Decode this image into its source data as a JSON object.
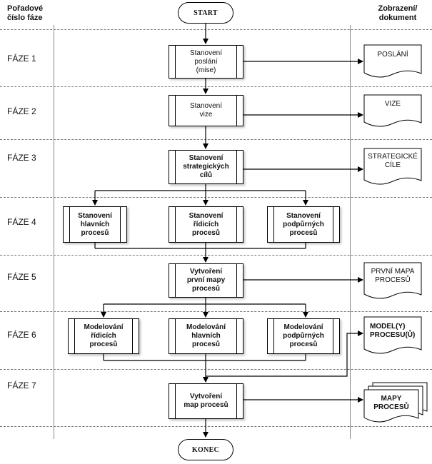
{
  "headers": {
    "left": "Pořadové\nčíslo fáze",
    "right": "Zobrazení/\ndokument"
  },
  "phases": [
    "FÁZE 1",
    "FÁZE 2",
    "FÁZE 3",
    "FÁZE 4",
    "FÁZE 5",
    "FÁZE 6",
    "FÁZE 7"
  ],
  "terminals": {
    "start": "START",
    "end": "KONEC"
  },
  "processes": {
    "mission": "Stanovení\nposlání\n(mise)",
    "vision": "Stanovení\nvize",
    "goals": "Stanovení\nstrategických\ncílů",
    "main_proc": "Stanovení\nhlavních\nprocesů",
    "control_proc": "Stanovení\nřídicích\nprocesů",
    "support_proc": "Stanovení\npodpůrných\nprocesů",
    "first_map": "Vytvoření\nprvní mapy\nprocesů",
    "model_control": "Modelování\nřídicích\nprocesů",
    "model_main": "Modelování\nhlavních\nprocesů",
    "model_support": "Modelování\npodpůrných\nprocesů",
    "process_map": "Vytvoření\nmap procesů"
  },
  "documents": {
    "mission": "POSLÁNÍ",
    "vision": "VIZE",
    "goals": "STRATEGICKÉ\nCÍLE",
    "first_map": "PRVNÍ MAPA\nPROCESŮ",
    "models": "MODEL(Y)\nPROCESU(Ů)",
    "maps": "MAPY\nPROCESŮ"
  }
}
